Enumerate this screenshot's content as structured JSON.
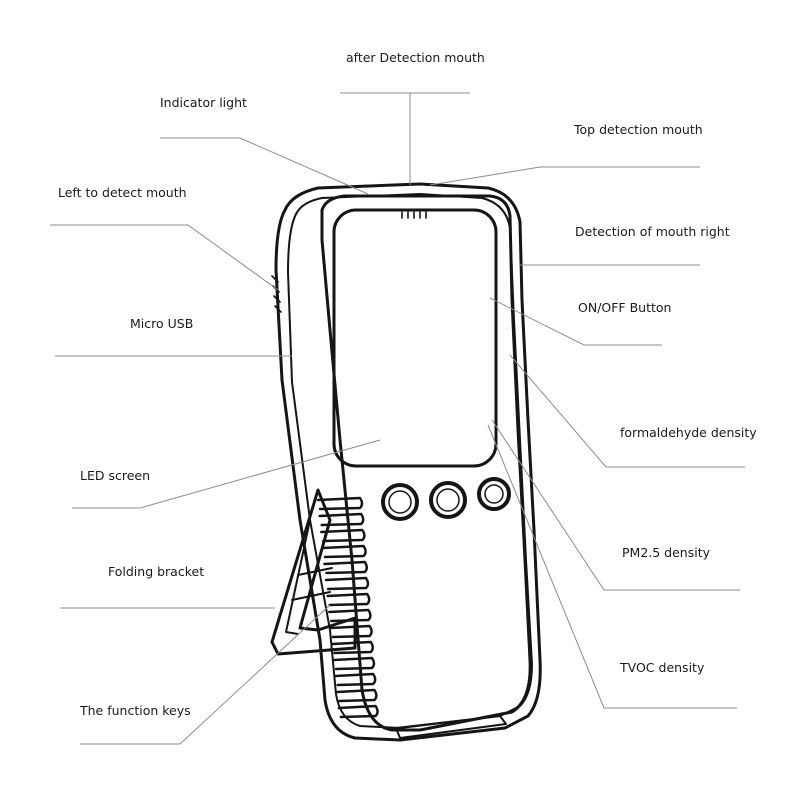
{
  "labels": {
    "after_detection_mouth": "after Detection mouth",
    "indicator_light": "Indicator light",
    "top_detection_mouth": "Top detection mouth",
    "left_detect_mouth": "Left to detect mouth",
    "detection_mouth_right": "Detection of mouth right",
    "on_off_button": "ON/OFF Button",
    "micro_usb": "Micro USB",
    "formaldehyde_density": "formaldehyde density",
    "led_screen": "LED screen",
    "pm25_density": "PM2.5 density",
    "folding_bracket": "Folding bracket",
    "tvoc_density": "TVOC density",
    "function_keys": "The function keys"
  },
  "colors": {
    "ink": "#151515",
    "leader": "#8c8c8c",
    "background": "#ffffff"
  }
}
